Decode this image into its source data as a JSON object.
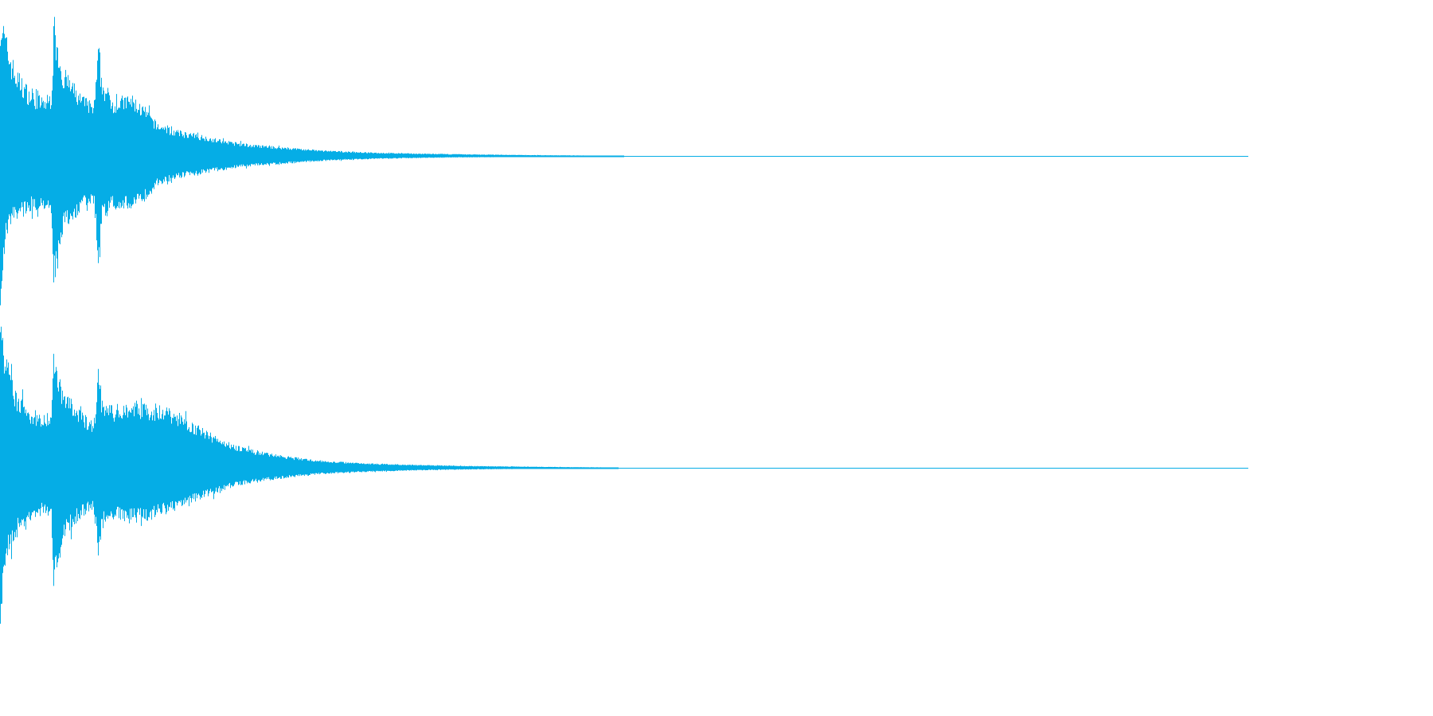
{
  "chart_data": {
    "type": "area",
    "description_kind": "stereo audio waveform",
    "color": "#05ADE6",
    "duration_relative": 1.0,
    "x_range": [
      0,
      1
    ],
    "y_range": [
      -1,
      1
    ],
    "channels": [
      {
        "id": "left",
        "envelope": {
          "x": [
            0.0,
            0.005,
            0.012,
            0.025,
            0.035,
            0.041,
            0.043,
            0.05,
            0.065,
            0.075,
            0.079,
            0.081,
            0.09,
            0.105,
            0.118,
            0.125,
            0.14,
            0.16,
            0.18,
            0.2,
            0.23,
            0.26,
            0.3,
            0.34,
            0.38,
            0.42,
            0.45,
            0.47,
            0.48,
            0.49,
            0.5,
            1.0
          ],
          "upper": [
            0.98,
            0.78,
            0.58,
            0.42,
            0.38,
            0.42,
            0.92,
            0.58,
            0.4,
            0.34,
            0.76,
            0.52,
            0.38,
            0.4,
            0.3,
            0.22,
            0.17,
            0.14,
            0.1,
            0.075,
            0.055,
            0.035,
            0.022,
            0.015,
            0.01,
            0.006,
            0.004,
            0.003,
            0.002,
            0.0015,
            0.0,
            0.0
          ],
          "lower": [
            -0.98,
            -0.52,
            -0.42,
            -0.36,
            -0.34,
            -0.4,
            -0.9,
            -0.5,
            -0.36,
            -0.32,
            -0.78,
            -0.44,
            -0.34,
            -0.36,
            -0.28,
            -0.2,
            -0.15,
            -0.12,
            -0.09,
            -0.068,
            -0.05,
            -0.032,
            -0.02,
            -0.013,
            -0.009,
            -0.006,
            -0.004,
            -0.003,
            -0.002,
            -0.0015,
            0.0,
            0.0
          ]
        }
      },
      {
        "id": "right",
        "envelope": {
          "x": [
            0.0,
            0.005,
            0.012,
            0.025,
            0.035,
            0.041,
            0.043,
            0.05,
            0.065,
            0.075,
            0.079,
            0.081,
            0.09,
            0.105,
            0.12,
            0.135,
            0.15,
            0.17,
            0.185,
            0.2,
            0.23,
            0.26,
            0.3,
            0.34,
            0.38,
            0.42,
            0.45,
            0.48,
            0.495,
            1.0
          ],
          "upper": [
            0.98,
            0.72,
            0.5,
            0.38,
            0.34,
            0.4,
            0.8,
            0.52,
            0.36,
            0.3,
            0.72,
            0.46,
            0.4,
            0.44,
            0.42,
            0.4,
            0.32,
            0.22,
            0.16,
            0.12,
            0.075,
            0.045,
            0.028,
            0.018,
            0.012,
            0.008,
            0.005,
            0.003,
            0.0,
            0.0
          ],
          "lower": [
            -0.98,
            -0.6,
            -0.46,
            -0.34,
            -0.3,
            -0.36,
            -0.82,
            -0.48,
            -0.32,
            -0.28,
            -0.66,
            -0.4,
            -0.34,
            -0.36,
            -0.34,
            -0.3,
            -0.24,
            -0.18,
            -0.13,
            -0.1,
            -0.065,
            -0.04,
            -0.025,
            -0.016,
            -0.011,
            -0.007,
            -0.005,
            -0.003,
            0.0,
            0.0
          ]
        }
      }
    ]
  }
}
